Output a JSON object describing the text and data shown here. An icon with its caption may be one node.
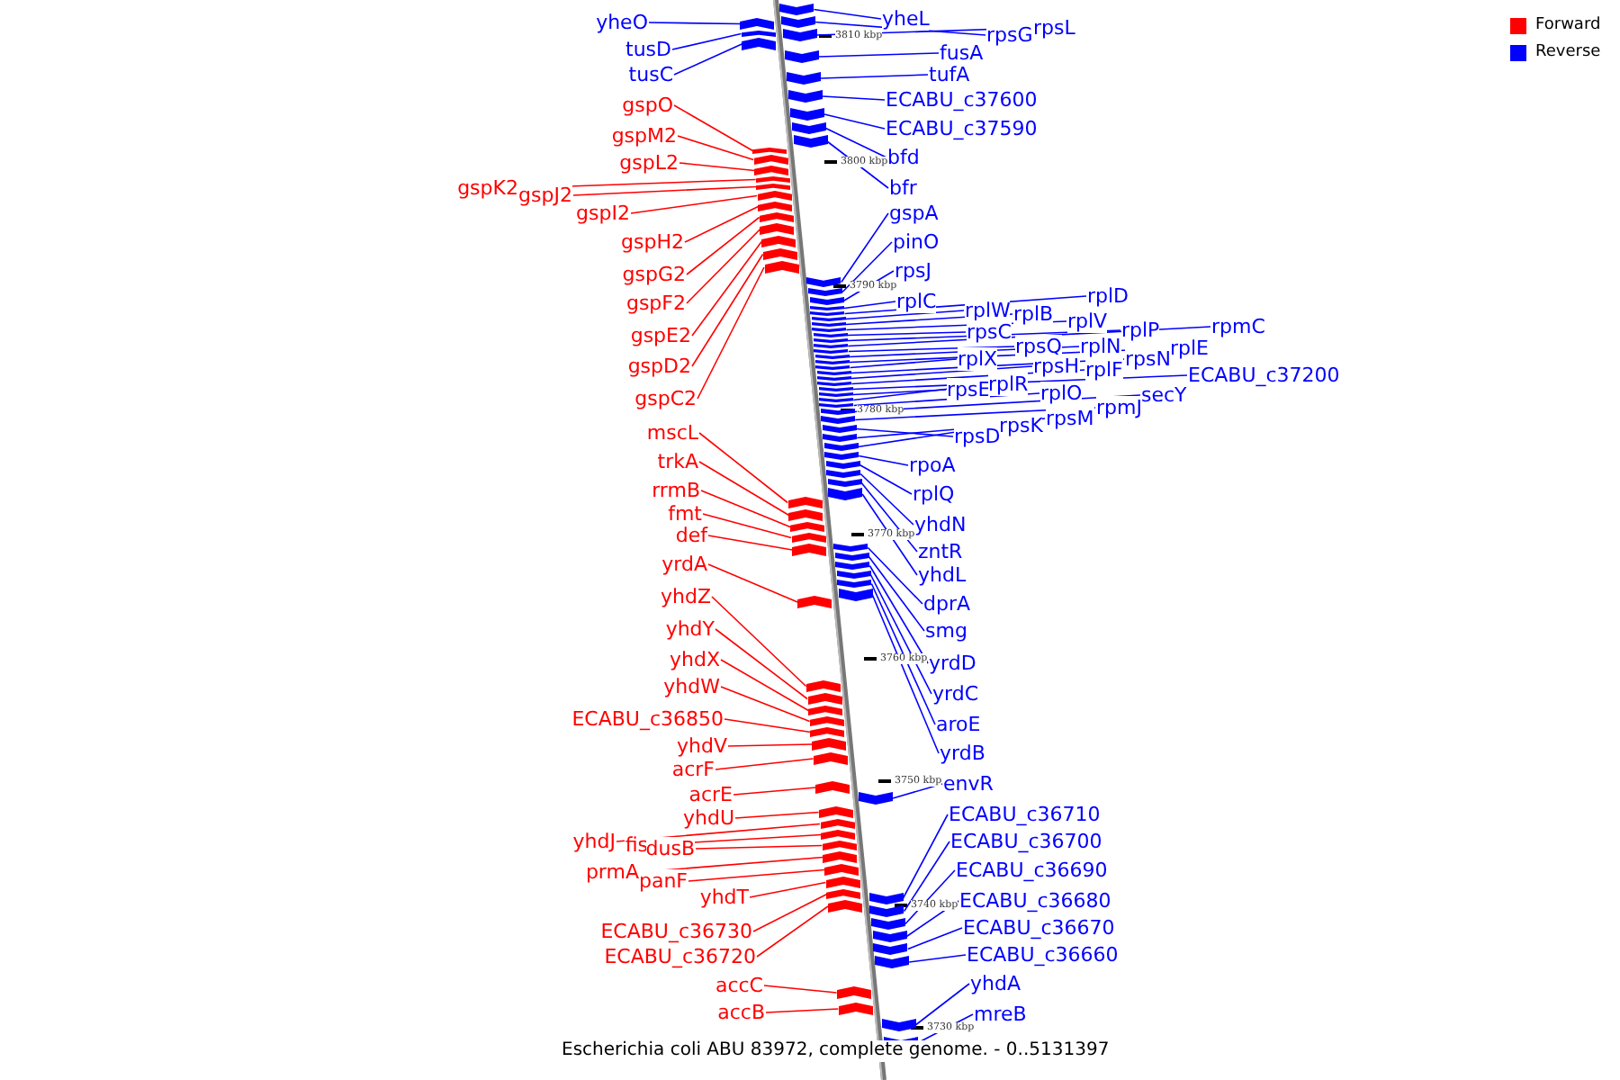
{
  "diagram": {
    "caption": "Escherichia coli ABU 83972, complete genome. - 0..5131397",
    "nodes": [
      {
        "text": [
          "yheO"
        ]
      },
      {
        "text": [
          "tusD"
        ]
      },
      {
        "text": [
          "tusC"
        ]
      },
      {
        "text": [
          "gspO"
        ]
      },
      {
        "text": [
          "gspM2"
        ]
      },
      {
        "text": [
          "gspL2"
        ]
      },
      {
        "text": [
          "gspK2"
        ]
      },
      {
        "text": [
          "gspJ2"
        ]
      },
      {
        "text": [
          "gspI2"
        ]
      },
      {
        "text": [
          "gspH2"
        ]
      },
      {
        "text": [
          "gspG2"
        ]
      },
      {
        "text": [
          "gspF2"
        ]
      },
      {
        "text": [
          "gspE2"
        ]
      },
      {
        "text": [
          "gspD2"
        ]
      },
      {
        "text": [
          "gspC2"
        ]
      },
      {
        "text": [
          "mscL"
        ]
      },
      {
        "text": [
          "trkA"
        ]
      },
      {
        "text": [
          "rrmB"
        ]
      },
      {
        "text": [
          "fmt"
        ]
      },
      {
        "text": [
          "def"
        ]
      },
      {
        "text": [
          "yrdA"
        ]
      },
      {
        "text": [
          "yhdZ"
        ]
      },
      {
        "text": [
          "yhdY"
        ]
      },
      {
        "text": [
          "yhdX"
        ]
      },
      {
        "text": [
          "yhdW"
        ]
      },
      {
        "text": [
          "ECABU_c36850"
        ]
      },
      {
        "text": [
          "yhdV"
        ]
      },
      {
        "text": [
          "acrF"
        ]
      },
      {
        "text": [
          "acrE"
        ]
      },
      {
        "text": [
          "yhdU"
        ]
      },
      {
        "text": [
          "yhdJ"
        ]
      },
      {
        "text": [
          "fis"
        ]
      },
      {
        "text": [
          "dusB"
        ]
      },
      {
        "text": [
          "prmA"
        ]
      },
      {
        "text": [
          "panF"
        ]
      },
      {
        "text": [
          "yhdT"
        ]
      },
      {
        "text": [
          "ECABU_c36730"
        ]
      },
      {
        "text": [
          "ECABU_c36720"
        ]
      },
      {
        "text": [
          "accC"
        ]
      },
      {
        "text": [
          "accB"
        ]
      },
      {
        "text": [
          "yheL"
        ]
      },
      {
        "text": [
          "rpsG"
        ]
      },
      {
        "text": [
          "rpsL"
        ]
      },
      {
        "text": [
          "fusA"
        ]
      },
      {
        "text": [
          "tufA"
        ]
      },
      {
        "text": [
          "ECABU_c37600"
        ]
      },
      {
        "text": [
          "ECABU_c37590"
        ]
      },
      {
        "text": [
          "bfd"
        ]
      },
      {
        "text": [
          "bfr"
        ]
      },
      {
        "text": [
          "gspA"
        ]
      },
      {
        "text": [
          "pinO"
        ]
      },
      {
        "text": [
          "rpsJ"
        ]
      },
      {
        "text": [
          "rplC"
        ]
      },
      {
        "text": [
          "rplD"
        ]
      },
      {
        "text": [
          "rplW"
        ]
      },
      {
        "text": [
          "rplB"
        ]
      },
      {
        "text": [
          "rplV"
        ]
      },
      {
        "text": [
          "rpsC"
        ]
      },
      {
        "text": [
          "rplP"
        ]
      },
      {
        "text": [
          "rpmC"
        ]
      },
      {
        "text": [
          "rpsQ"
        ]
      },
      {
        "text": [
          "rplN"
        ]
      },
      {
        "text": [
          "rplE"
        ]
      },
      {
        "text": [
          "rplX"
        ]
      },
      {
        "text": [
          "rpsN"
        ]
      },
      {
        "text": [
          "rpsH"
        ]
      },
      {
        "text": [
          "rplF"
        ]
      },
      {
        "text": [
          "ECABU_c37200"
        ]
      },
      {
        "text": [
          "rpsE"
        ]
      },
      {
        "text": [
          "rplR"
        ]
      },
      {
        "text": [
          "rplO"
        ]
      },
      {
        "text": [
          "secY"
        ]
      },
      {
        "text": [
          "rpmJ"
        ]
      },
      {
        "text": [
          "rpsD"
        ]
      },
      {
        "text": [
          "rpsK"
        ]
      },
      {
        "text": [
          "rpsM"
        ]
      },
      {
        "text": [
          "rpoA"
        ]
      },
      {
        "text": [
          "rplQ"
        ]
      },
      {
        "text": [
          "yhdN"
        ]
      },
      {
        "text": [
          "zntR"
        ]
      },
      {
        "text": [
          "yhdL"
        ]
      },
      {
        "text": [
          "dprA"
        ]
      },
      {
        "text": [
          "smg"
        ]
      },
      {
        "text": [
          "yrdD"
        ]
      },
      {
        "text": [
          "yrdC"
        ]
      },
      {
        "text": [
          "aroE"
        ]
      },
      {
        "text": [
          "yrdB"
        ]
      },
      {
        "text": [
          "envR"
        ]
      },
      {
        "text": [
          "ECABU_c36710"
        ]
      },
      {
        "text": [
          "ECABU_c36700"
        ]
      },
      {
        "text": [
          "ECABU_c36690"
        ]
      },
      {
        "text": [
          "ECABU_c36680"
        ]
      },
      {
        "text": [
          "ECABU_c36670"
        ]
      },
      {
        "text": [
          "ECABU_c36660"
        ]
      },
      {
        "text": [
          "yhdA"
        ]
      },
      {
        "text": [
          "mreB"
        ]
      },
      {
        "text": [],
        "shape": "chevron"
      },
      {
        "text": [],
        "shape": "chevron"
      },
      {
        "text": [],
        "shape": "chevron"
      },
      {
        "text": [],
        "shape": "chevron"
      },
      {
        "text": [],
        "shape": "chevron"
      },
      {
        "text": [],
        "shape": "chevron"
      },
      {
        "text": [],
        "shape": "chevron"
      },
      {
        "text": [],
        "shape": "chevron"
      },
      {
        "text": [],
        "shape": "chevron"
      },
      {
        "text": [],
        "shape": "chevron"
      },
      {
        "text": [],
        "shape": "chevron"
      },
      {
        "text": [],
        "shape": "chevron"
      },
      {
        "text": [],
        "shape": "chevron"
      },
      {
        "text": [],
        "shape": "chevron"
      },
      {
        "text": [],
        "shape": "chevron"
      },
      {
        "text": [],
        "shape": "chevron"
      },
      {
        "text": [],
        "shape": "chevron"
      },
      {
        "text": [],
        "shape": "chevron"
      },
      {
        "text": [],
        "shape": "chevron"
      },
      {
        "text": [],
        "shape": "chevron"
      },
      {
        "text": [],
        "shape": "chevron"
      },
      {
        "text": [],
        "shape": "chevron"
      },
      {
        "text": [],
        "shape": "chevron"
      },
      {
        "text": [],
        "shape": "chevron"
      },
      {
        "text": [],
        "shape": "chevron"
      },
      {
        "text": [],
        "shape": "chevron"
      },
      {
        "text": [],
        "shape": "chevron"
      },
      {
        "text": [],
        "shape": "chevron"
      },
      {
        "text": [],
        "shape": "chevron"
      },
      {
        "text": [],
        "shape": "chevron"
      },
      {
        "text": [],
        "shape": "chevron"
      },
      {
        "text": [],
        "shape": "chevron"
      },
      {
        "text": [],
        "shape": "chevron"
      },
      {
        "text": [],
        "shape": "chevron"
      },
      {
        "text": [],
        "shape": "chevron"
      },
      {
        "text": [],
        "shape": "chevron"
      },
      {
        "text": [],
        "shape": "chevron"
      },
      {
        "text": [],
        "shape": "chevron"
      },
      {
        "text": [],
        "shape": "chevron"
      },
      {
        "text": [],
        "shape": "chevron"
      },
      {
        "text": [],
        "shape": "chevron"
      },
      {
        "text": [],
        "shape": "chevron"
      },
      {
        "text": [],
        "shape": "chevron"
      },
      {
        "text": [],
        "shape": "chevron"
      },
      {
        "text": [],
        "shape": "chevron"
      },
      {
        "text": [],
        "shape": "chevron"
      },
      {
        "text": [],
        "shape": "chevron"
      },
      {
        "text": [],
        "shape": "chevron"
      },
      {
        "text": [],
        "shape": "chevron"
      },
      {
        "text": [],
        "shape": "chevron"
      },
      {
        "text": [],
        "shape": "chevron"
      },
      {
        "text": [],
        "shape": "chevron"
      },
      {
        "text": [],
        "shape": "chevron"
      },
      {
        "text": [],
        "shape": "chevron"
      },
      {
        "text": [],
        "shape": "chevron"
      },
      {
        "text": [],
        "shape": "chevron"
      },
      {
        "text": [],
        "shape": "chevron"
      },
      {
        "text": [],
        "shape": "chevron"
      },
      {
        "text": [],
        "shape": "chevron"
      },
      {
        "text": [],
        "shape": "chevron"
      },
      {
        "text": [],
        "shape": "chevron"
      },
      {
        "text": [],
        "shape": "chevron"
      },
      {
        "text": [],
        "shape": "chevron"
      },
      {
        "text": [],
        "shape": "chevron"
      },
      {
        "text": [],
        "shape": "chevron"
      },
      {
        "text": [],
        "shape": "chevron"
      },
      {
        "text": [],
        "shape": "chevron"
      },
      {
        "text": [],
        "shape": "chevron"
      },
      {
        "text": [],
        "shape": "chevron"
      },
      {
        "text": [],
        "shape": "chevron"
      },
      {
        "text": [],
        "shape": "chevron"
      },
      {
        "text": [],
        "shape": "chevron"
      },
      {
        "text": [],
        "shape": "chevron"
      },
      {
        "text": [],
        "shape": "chevron"
      },
      {
        "text": [],
        "shape": "chevron"
      },
      {
        "text": [],
        "shape": "chevron"
      },
      {
        "text": [],
        "shape": "chevron"
      },
      {
        "text": [],
        "shape": "chevron"
      },
      {
        "text": [],
        "shape": "chevron"
      },
      {
        "text": [],
        "shape": "chevron"
      },
      {
        "text": [],
        "shape": "chevron"
      },
      {
        "text": [],
        "shape": "chevron"
      },
      {
        "text": [],
        "shape": "chevron"
      },
      {
        "text": [],
        "shape": "chevron"
      },
      {
        "text": [],
        "shape": "chevron"
      },
      {
        "text": [],
        "shape": "chevron"
      },
      {
        "text": [],
        "shape": "chevron"
      },
      {
        "text": [],
        "shape": "chevron"
      },
      {
        "text": [],
        "shape": "chevron"
      },
      {
        "text": [],
        "shape": "chevron"
      },
      {
        "text": [],
        "shape": "chevron"
      },
      {
        "text": [],
        "shape": "chevron"
      },
      {
        "text": [],
        "shape": "chevron"
      },
      {
        "text": [],
        "shape": "chevron"
      },
      {
        "text": [],
        "shape": "chevron"
      },
      {
        "text": [],
        "shape": "chevron"
      }
    ],
    "edges": [
      {
        "from": 0,
        "to": 96,
        "arrow": "none"
      },
      {
        "from": 1,
        "to": 97,
        "arrow": "none"
      },
      {
        "from": 2,
        "to": 98,
        "arrow": "none"
      },
      {
        "from": 3,
        "to": 99,
        "arrow": "none",
        "color": "#ff0000"
      },
      {
        "from": 4,
        "to": 100,
        "arrow": "none",
        "color": "#ff0000"
      },
      {
        "from": 5,
        "to": 101,
        "arrow": "none",
        "color": "#ff0000"
      },
      {
        "from": 6,
        "to": 102,
        "arrow": "none",
        "color": "#ff0000"
      },
      {
        "from": 7,
        "to": 103,
        "arrow": "none",
        "color": "#ff0000"
      },
      {
        "from": 8,
        "to": 104,
        "arrow": "none",
        "color": "#ff0000"
      },
      {
        "from": 9,
        "to": 105,
        "arrow": "none",
        "color": "#ff0000"
      },
      {
        "from": 10,
        "to": 106,
        "arrow": "none",
        "color": "#ff0000"
      },
      {
        "from": 11,
        "to": 107,
        "arrow": "none",
        "color": "#ff0000"
      },
      {
        "from": 12,
        "to": 108,
        "arrow": "none",
        "color": "#ff0000"
      },
      {
        "from": 13,
        "to": 109,
        "arrow": "none",
        "color": "#ff0000"
      },
      {
        "from": 14,
        "to": 110,
        "arrow": "none",
        "color": "#ff0000"
      },
      {
        "from": 15,
        "to": 111,
        "arrow": "none",
        "color": "#ff0000"
      },
      {
        "from": 16,
        "to": 112,
        "arrow": "none",
        "color": "#ff0000"
      },
      {
        "from": 17,
        "to": 113,
        "arrow": "none",
        "color": "#ff0000"
      },
      {
        "from": 18,
        "to": 114,
        "arrow": "none",
        "color": "#ff0000"
      },
      {
        "from": 19,
        "to": 115,
        "arrow": "none",
        "color": "#ff0000"
      },
      {
        "from": 20,
        "to": 116,
        "arrow": "none",
        "color": "#ff0000"
      },
      {
        "from": 21,
        "to": 117,
        "arrow": "none",
        "color": "#ff0000"
      },
      {
        "from": 22,
        "to": 118,
        "arrow": "none",
        "color": "#ff0000"
      },
      {
        "from": 23,
        "to": 119,
        "arrow": "none",
        "color": "#ff0000"
      },
      {
        "from": 24,
        "to": 120,
        "arrow": "none",
        "color": "#ff0000"
      },
      {
        "from": 25,
        "to": 121,
        "arrow": "none",
        "color": "#ff0000"
      },
      {
        "from": 26,
        "to": 122,
        "arrow": "none",
        "color": "#ff0000"
      },
      {
        "from": 27,
        "to": 123,
        "arrow": "none",
        "color": "#ff0000"
      },
      {
        "from": 28,
        "to": 124,
        "arrow": "none",
        "color": "#ff0000"
      },
      {
        "from": 29,
        "to": 125,
        "arrow": "none",
        "color": "#ff0000"
      },
      {
        "from": 30,
        "to": 126,
        "arrow": "none",
        "color": "#ff0000"
      },
      {
        "from": 31,
        "to": 127,
        "arrow": "none",
        "color": "#ff0000"
      },
      {
        "from": 32,
        "to": 128,
        "arrow": "none",
        "color": "#ff0000"
      },
      {
        "from": 33,
        "to": 129,
        "arrow": "none",
        "color": "#ff0000"
      },
      {
        "from": 34,
        "to": 130,
        "arrow": "none",
        "color": "#ff0000"
      },
      {
        "from": 35,
        "to": 131,
        "arrow": "none",
        "color": "#ff0000"
      },
      {
        "from": 36,
        "to": 132,
        "arrow": "none",
        "color": "#ff0000"
      },
      {
        "from": 37,
        "to": 133,
        "arrow": "none",
        "color": "#ff0000"
      },
      {
        "from": 38,
        "to": 134,
        "arrow": "none",
        "color": "#ff0000"
      },
      {
        "from": 39,
        "to": 135,
        "arrow": "none",
        "color": "#ff0000"
      },
      {
        "from": 40,
        "to": 136,
        "arrow": "none"
      },
      {
        "from": 41,
        "to": 137,
        "arrow": "none"
      },
      {
        "from": 42,
        "to": 138,
        "arrow": "none"
      },
      {
        "from": 43,
        "to": 139,
        "arrow": "none"
      },
      {
        "from": 44,
        "to": 140,
        "arrow": "none"
      },
      {
        "from": 45,
        "to": 141,
        "arrow": "none"
      },
      {
        "from": 46,
        "to": 142,
        "arrow": "none"
      },
      {
        "from": 47,
        "to": 143,
        "arrow": "none"
      },
      {
        "from": 48,
        "to": 144,
        "arrow": "none"
      },
      {
        "from": 49,
        "to": 145,
        "arrow": "none"
      },
      {
        "from": 50,
        "to": 146,
        "arrow": "none"
      },
      {
        "from": 51,
        "to": 147,
        "arrow": "none"
      },
      {
        "from": 52,
        "to": 148,
        "arrow": "none"
      },
      {
        "from": 53,
        "to": 149,
        "arrow": "none"
      },
      {
        "from": 54,
        "to": 150,
        "arrow": "none"
      },
      {
        "from": 55,
        "to": 151,
        "arrow": "none"
      },
      {
        "from": 56,
        "to": 152,
        "arrow": "none"
      },
      {
        "from": 57,
        "to": 153,
        "arrow": "none"
      },
      {
        "from": 58,
        "to": 154,
        "arrow": "none"
      },
      {
        "from": 59,
        "to": 155,
        "arrow": "none"
      },
      {
        "from": 60,
        "to": 156,
        "arrow": "none"
      },
      {
        "from": 61,
        "to": 157,
        "arrow": "none"
      },
      {
        "from": 62,
        "to": 158,
        "arrow": "none"
      },
      {
        "from": 63,
        "to": 159,
        "arrow": "none"
      },
      {
        "from": 64,
        "to": 160,
        "arrow": "none"
      },
      {
        "from": 65,
        "to": 161,
        "arrow": "none"
      },
      {
        "from": 66,
        "to": 162,
        "arrow": "none"
      },
      {
        "from": 67,
        "to": 163,
        "arrow": "none"
      },
      {
        "from": 68,
        "to": 164,
        "arrow": "none"
      },
      {
        "from": 69,
        "to": 165,
        "arrow": "none"
      },
      {
        "from": 70,
        "to": 166,
        "arrow": "none"
      },
      {
        "from": 71,
        "to": 167,
        "arrow": "none"
      },
      {
        "from": 72,
        "to": 168,
        "arrow": "none"
      },
      {
        "from": 73,
        "to": 169,
        "arrow": "none"
      },
      {
        "from": 74,
        "to": 170,
        "arrow": "none"
      },
      {
        "from": 75,
        "to": 171,
        "arrow": "none"
      },
      {
        "from": 76,
        "to": 172,
        "arrow": "none"
      },
      {
        "from": 77,
        "to": 173,
        "arrow": "none"
      },
      {
        "from": 78,
        "to": 174,
        "arrow": "none"
      },
      {
        "from": 79,
        "to": 175,
        "arrow": "none"
      },
      {
        "from": 80,
        "to": 176,
        "arrow": "none"
      },
      {
        "from": 81,
        "to": 177,
        "arrow": "none"
      },
      {
        "from": 82,
        "to": 178,
        "arrow": "none"
      },
      {
        "from": 83,
        "to": 179,
        "arrow": "none"
      },
      {
        "from": 84,
        "to": 180,
        "arrow": "none"
      },
      {
        "from": 85,
        "to": 181,
        "arrow": "none"
      },
      {
        "from": 86,
        "to": 182,
        "arrow": "none"
      },
      {
        "from": 87,
        "to": 183,
        "arrow": "none"
      },
      {
        "from": 88,
        "to": 184,
        "arrow": "none"
      },
      {
        "from": 89,
        "to": 185,
        "arrow": "none"
      },
      {
        "from": 90,
        "to": 186,
        "arrow": "none"
      },
      {
        "from": 91,
        "to": 187,
        "arrow": "none"
      },
      {
        "from": 92,
        "to": 188,
        "arrow": "none"
      },
      {
        "from": 93,
        "to": 189,
        "arrow": "none"
      },
      {
        "from": 94,
        "to": 190,
        "arrow": "none"
      },
      {
        "from": 95,
        "to": 191,
        "arrow": "none"
      }
    ],
    "labels": [
      "3810 kbp",
      "3800 kbp",
      "3790 kbp",
      "3780 kbp",
      "3770 kbp",
      "3760 kbp",
      "3750 kbp",
      "3740 kbp",
      "3730 kbp"
    ],
    "legend": [
      {
        "text": "Forward",
        "color": "#ff0000"
      },
      {
        "text": "Reverse",
        "color": "#0000ff"
      }
    ]
  }
}
